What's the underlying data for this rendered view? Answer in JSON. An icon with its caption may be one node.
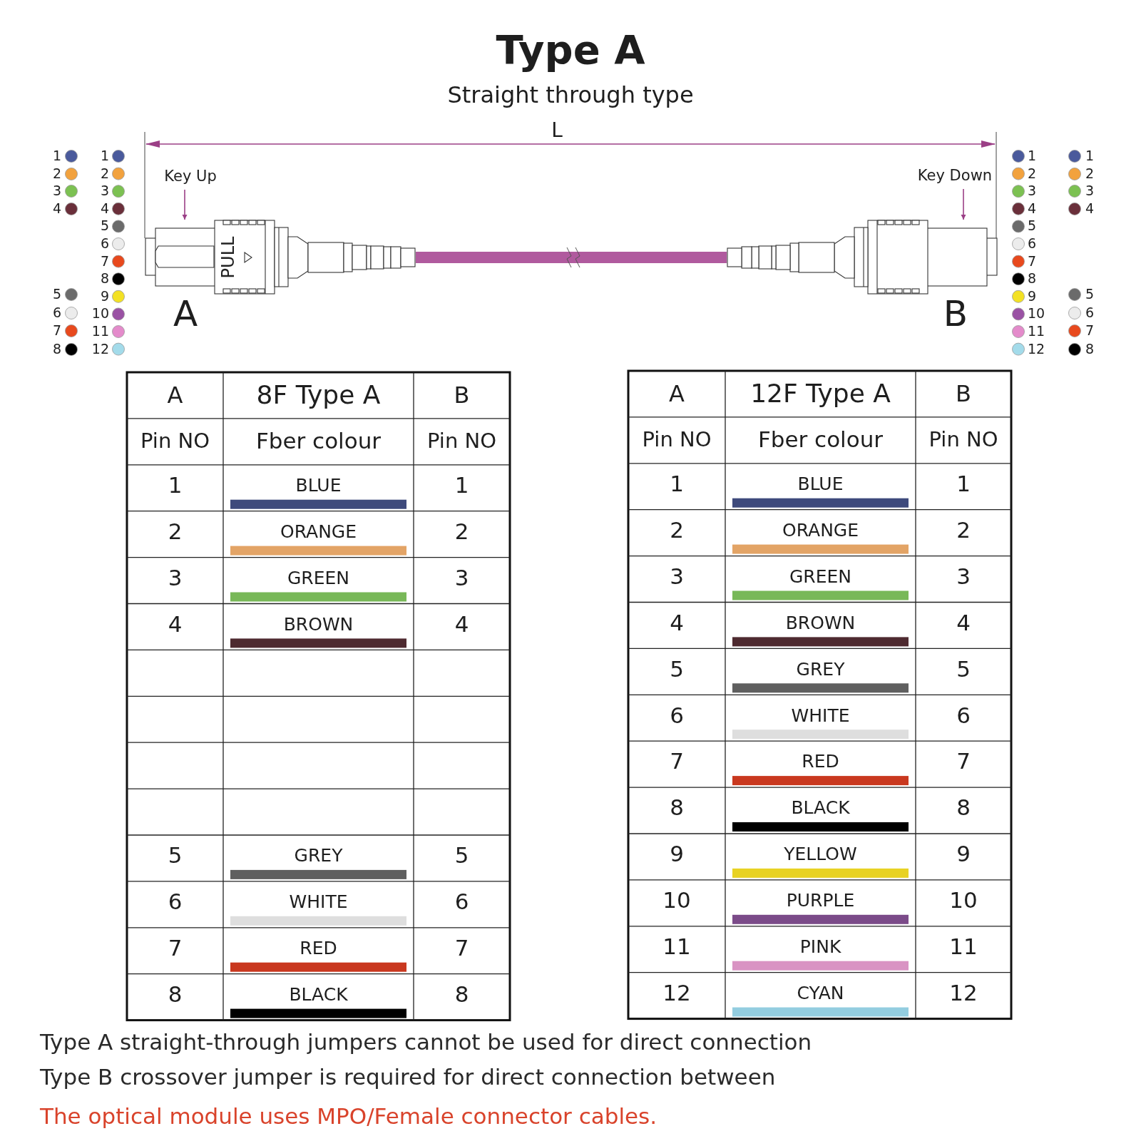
{
  "diagram": {
    "title": "Type A",
    "caption": "Straight through type",
    "nodes": [
      {
        "text": [
          "Key Up"
        ]
      },
      {
        "text": [
          "Key Down"
        ]
      },
      {
        "text": [
          "PULL"
        ],
        "beside": [
          "A"
        ]
      },
      {
        "text": [],
        "shape": "picture",
        "beside": [
          "B"
        ]
      }
    ],
    "edges": [
      {
        "from": 0,
        "to": 2,
        "arrow": "to",
        "color": "#9b3f86"
      },
      {
        "from": 1,
        "to": 3,
        "arrow": "to",
        "color": "#9b3f86"
      },
      {
        "from": 2,
        "to": 3,
        "arrow": "none",
        "style": "thick",
        "color": "#b05a9e"
      }
    ],
    "labels": [
      "L",
      "1",
      "2",
      "3",
      "4",
      "5",
      "6",
      "7",
      "8",
      "1",
      "2",
      "3",
      "4",
      "5",
      "6",
      "7",
      "8",
      "9",
      "10",
      "11",
      "12",
      "1",
      "2",
      "3",
      "4",
      "5",
      "6",
      "7",
      "8",
      "9",
      "10",
      "11",
      "12",
      "1",
      "2",
      "3",
      "4",
      "5",
      "6",
      "7",
      "8",
      "A",
      "8F Type A",
      "B",
      "Pin NO",
      "Fber colour",
      "Pin NO",
      "1",
      "BLUE",
      "1",
      "2",
      "ORANGE",
      "2",
      "3",
      "GREEN",
      "3",
      "4",
      "BROWN",
      "4",
      "5",
      "GREY",
      "5",
      "6",
      "WHITE",
      "6",
      "7",
      "RED",
      "7",
      "8",
      "BLACK",
      "8",
      "A",
      "12F Type A",
      "B",
      "Pin NO",
      "Fber colour",
      "Pin NO",
      "1",
      "BLUE",
      "1",
      "2",
      "ORANGE",
      "2",
      "3",
      "GREEN",
      "3",
      "4",
      "BROWN",
      "4",
      "5",
      "GREY",
      "5",
      "6",
      "WHITE",
      "6",
      "7",
      "RED",
      "7",
      "8",
      "BLACK",
      "8",
      "9",
      "YELLOW",
      "9",
      "10",
      "PURPLE",
      "10",
      "11",
      "PINK",
      "11",
      "12",
      "CYAN",
      "12",
      "Type A straight-through jumpers cannot be used for direct connection",
      "Type B crossover jumper is required for direct connection between",
      "The optical module uses MPO/Female connector cables."
    ]
  }
}
